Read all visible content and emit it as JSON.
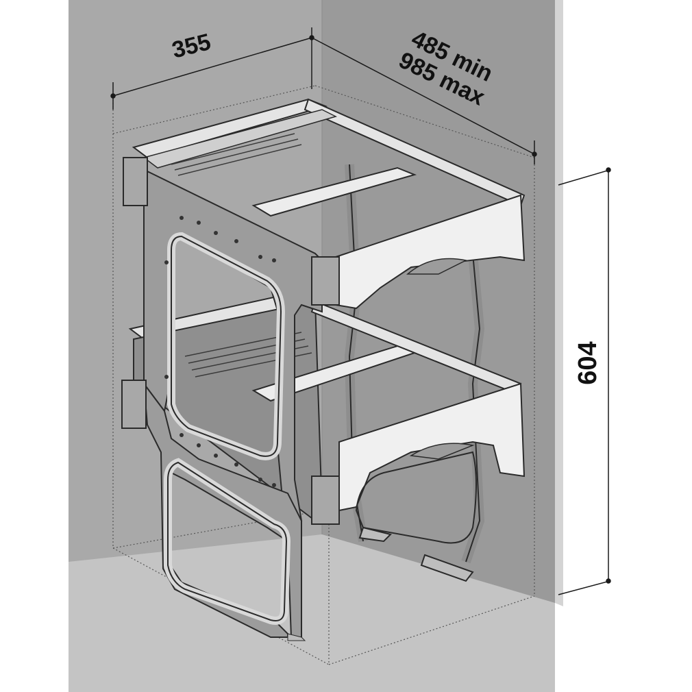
{
  "dimensions": {
    "width": "355",
    "depth_min": "485 min",
    "depth_max": "985 max",
    "height": "604"
  },
  "colors": {
    "cabinet_left_wall": "#a9a9a9",
    "cabinet_back_wall": "#9a9a9a",
    "cabinet_floor": "#c4c4c4",
    "cabinet_side_edge": "#d4d4d4",
    "frame_metal": "#9c9c9c",
    "basket_panel": "#f0f0f0",
    "outline": "#2a2a2a",
    "dimension_line": "#1a1a1a"
  }
}
